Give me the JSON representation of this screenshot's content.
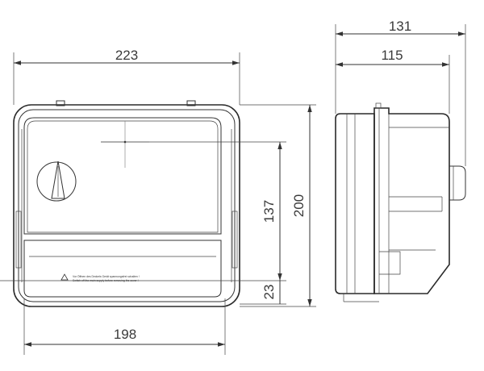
{
  "dimensions": {
    "front_width_overall": "223",
    "front_width_inner": "198",
    "front_height_overall": "200",
    "front_height_window": "137",
    "front_height_bottom": "23",
    "side_depth_overall": "131",
    "side_depth_body": "115"
  },
  "label": {
    "line1": "Vor Öffnen des Deckels Gerät spannungsfrei schalten !",
    "line2": "Switch off the main supply before removing the cover !"
  },
  "icons": {
    "warning": "warning-triangle-icon",
    "knob": "rotary-switch-icon"
  }
}
